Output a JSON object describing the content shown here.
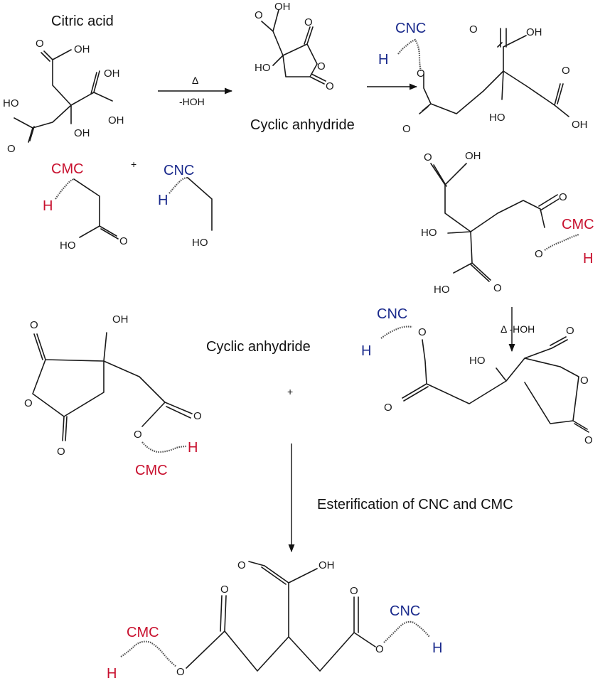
{
  "labels": {
    "citric_acid": "Citric acid",
    "cyclic_anhydride_1": "Cyclic anhydride",
    "cyclic_anhydride_2": "Cyclic anhydride",
    "esterification": "Esterification of CNC and CMC",
    "plus_1": "+",
    "plus_2": "+",
    "heat_1": "Δ",
    "water_1": "-HOH",
    "heat_water_2": "Δ  -HOH"
  },
  "atoms": {
    "oh": "OH",
    "ho": "HO",
    "o": "O",
    "h": "H",
    "cnc": "CNC",
    "cmc": "CMC"
  },
  "colors": {
    "cmc": "#c8102e",
    "cnc": "#1a2a8c",
    "bonds": "#1a1a1a"
  }
}
